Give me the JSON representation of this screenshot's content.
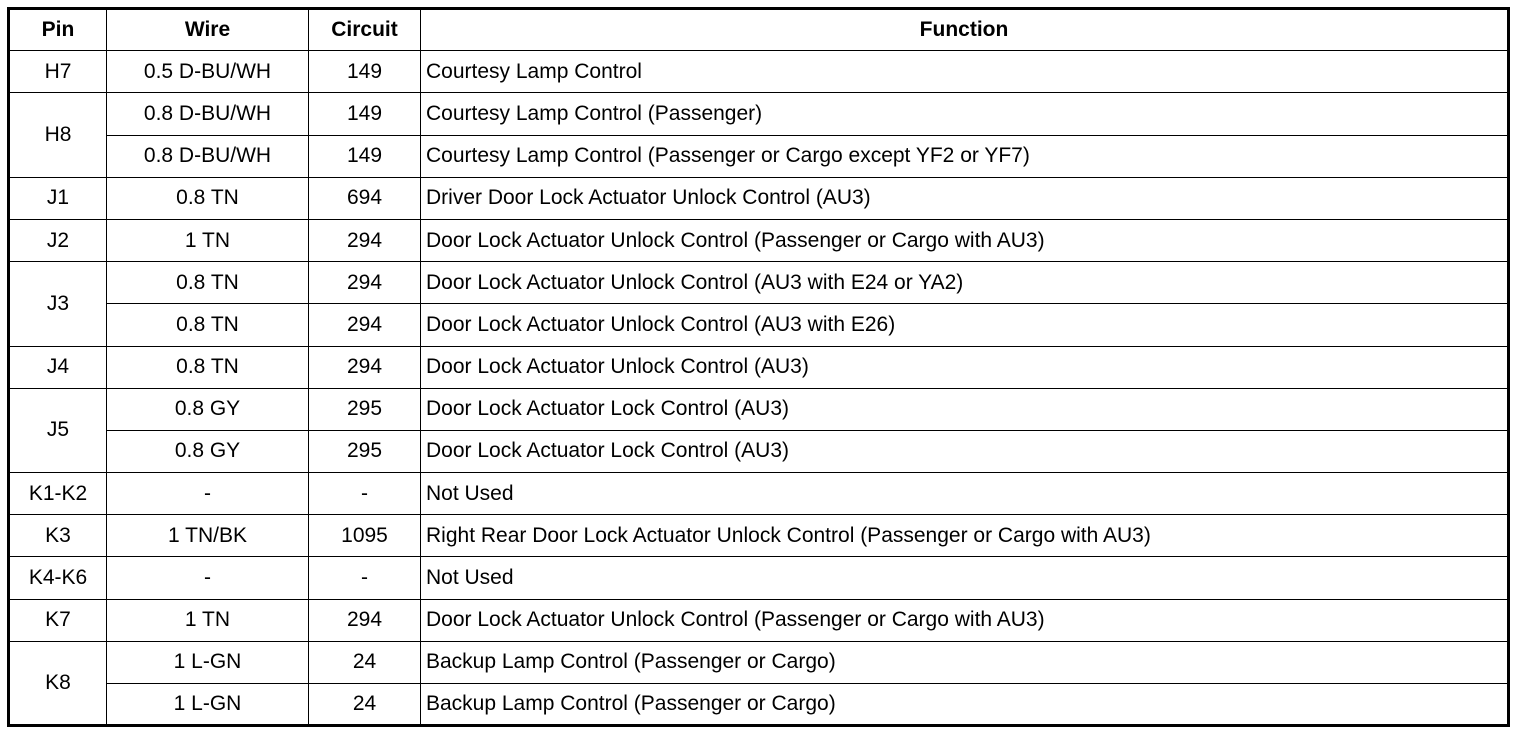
{
  "headers": {
    "pin": "Pin",
    "wire": "Wire",
    "circuit": "Circuit",
    "function": "Function"
  },
  "groups": [
    {
      "pin": "H7",
      "rows": [
        {
          "wire": "0.5 D-BU/WH",
          "circuit": "149",
          "function": "Courtesy Lamp Control"
        }
      ]
    },
    {
      "pin": "H8",
      "rows": [
        {
          "wire": "0.8 D-BU/WH",
          "circuit": "149",
          "function": "Courtesy Lamp Control (Passenger)"
        },
        {
          "wire": "0.8 D-BU/WH",
          "circuit": "149",
          "function": "Courtesy Lamp Control (Passenger or Cargo except YF2 or YF7)"
        }
      ]
    },
    {
      "pin": "J1",
      "rows": [
        {
          "wire": "0.8 TN",
          "circuit": "694",
          "function": "Driver Door Lock Actuator Unlock Control (AU3)"
        }
      ]
    },
    {
      "pin": "J2",
      "rows": [
        {
          "wire": "1 TN",
          "circuit": "294",
          "function": "Door Lock Actuator Unlock Control (Passenger or Cargo with AU3)"
        }
      ]
    },
    {
      "pin": "J3",
      "rows": [
        {
          "wire": "0.8 TN",
          "circuit": "294",
          "function": "Door Lock Actuator Unlock Control (AU3 with E24 or YA2)"
        },
        {
          "wire": "0.8 TN",
          "circuit": "294",
          "function": "Door Lock Actuator Unlock Control (AU3 with E26)"
        }
      ]
    },
    {
      "pin": "J4",
      "rows": [
        {
          "wire": "0.8 TN",
          "circuit": "294",
          "function": "Door Lock Actuator Unlock Control (AU3)"
        }
      ]
    },
    {
      "pin": "J5",
      "rows": [
        {
          "wire": "0.8 GY",
          "circuit": "295",
          "function": "Door Lock Actuator Lock Control (AU3)"
        },
        {
          "wire": "0.8 GY",
          "circuit": "295",
          "function": "Door Lock Actuator Lock Control (AU3)"
        }
      ]
    },
    {
      "pin": "K1-K2",
      "rows": [
        {
          "wire": "-",
          "circuit": "-",
          "function": "Not Used"
        }
      ]
    },
    {
      "pin": "K3",
      "rows": [
        {
          "wire": "1 TN/BK",
          "circuit": "1095",
          "function": "Right Rear Door Lock Actuator Unlock Control (Passenger or Cargo with AU3)"
        }
      ]
    },
    {
      "pin": "K4-K6",
      "rows": [
        {
          "wire": "-",
          "circuit": "-",
          "function": "Not Used"
        }
      ]
    },
    {
      "pin": "K7",
      "rows": [
        {
          "wire": "1 TN",
          "circuit": "294",
          "function": "Door Lock Actuator Unlock Control (Passenger or Cargo with AU3)"
        }
      ]
    },
    {
      "pin": "K8",
      "rows": [
        {
          "wire": "1 L-GN",
          "circuit": "24",
          "function": "Backup Lamp Control (Passenger or Cargo)"
        },
        {
          "wire": "1 L-GN",
          "circuit": "24",
          "function": "Backup Lamp Control (Passenger or Cargo)"
        }
      ]
    }
  ]
}
